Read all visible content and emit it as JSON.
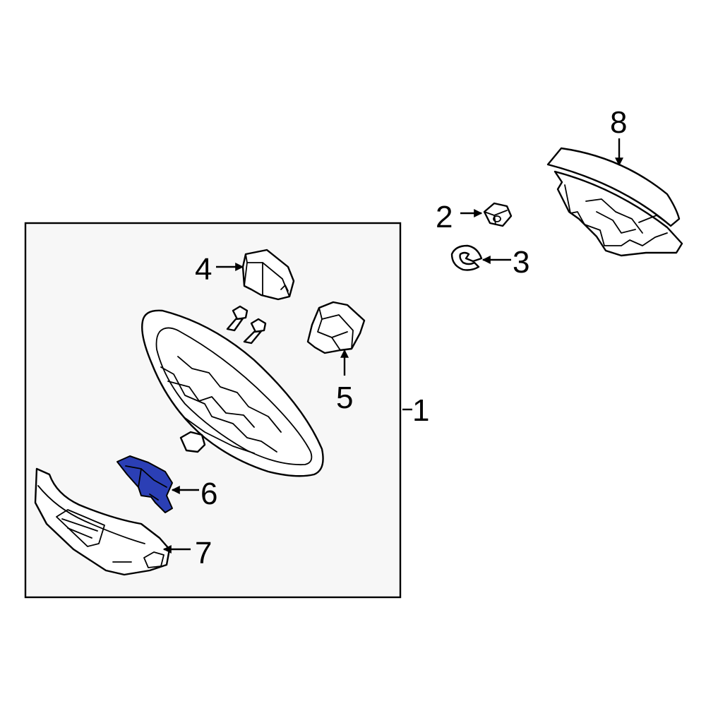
{
  "colors": {
    "background": "#ffffff",
    "line": "#000000",
    "assembly_box_fill": "#f7f7f7",
    "highlight": "#2b3fb5"
  },
  "highlighted_part": "6",
  "callouts": {
    "c1": "1",
    "c2": "2",
    "c3": "3",
    "c4": "4",
    "c5": "5",
    "c6": "6",
    "c7": "7",
    "c8": "8"
  }
}
